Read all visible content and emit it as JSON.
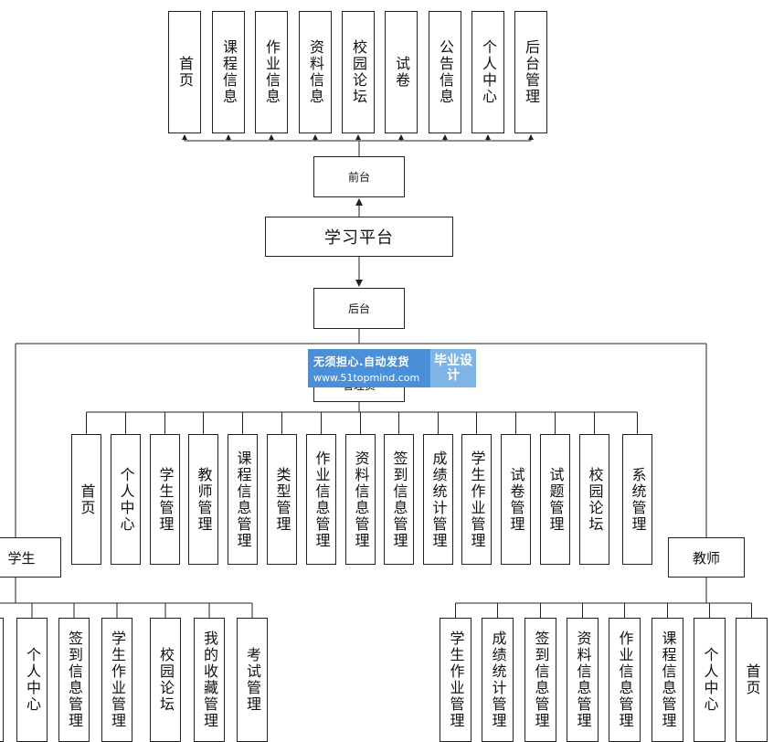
{
  "center": "学习平台",
  "frontend": {
    "label": "前台",
    "modules": [
      "首页",
      "课程信息",
      "作业信息",
      "资料信息",
      "校园论坛",
      "试卷",
      "公告信息",
      "个人中心",
      "后台管理"
    ]
  },
  "backend": {
    "label": "后台",
    "admin_label": "管理员",
    "modules": [
      "首页",
      "个人中心",
      "学生管理",
      "教师管理",
      "课程信息管理",
      "类型管理",
      "作业信息管理",
      "资料信息管理",
      "签到信息管理",
      "成绩统计管理",
      "学生作业管理",
      "试卷管理",
      "试题管理",
      "校园论坛",
      "系统管理"
    ]
  },
  "student": {
    "label": "学生",
    "modules": [
      "个人中心",
      "签到信息管理",
      "学生作业管理",
      "校园论坛",
      "我的收藏管理",
      "考试管理"
    ]
  },
  "teacher": {
    "label": "教师",
    "modules": [
      "学生作业管理",
      "成绩统计管理",
      "签到信息管理",
      "资料信息管理",
      "作业信息管理",
      "课程信息管理",
      "个人中心",
      "首页"
    ]
  },
  "watermark": {
    "line1": "无须担心.自动发货",
    "line2": "www.51topmind.com",
    "right": "毕业设计"
  },
  "colors": {
    "watermark_blue": "#4a90d9",
    "watermark_light_blue": "#7fb4e6",
    "line": "#222222"
  }
}
